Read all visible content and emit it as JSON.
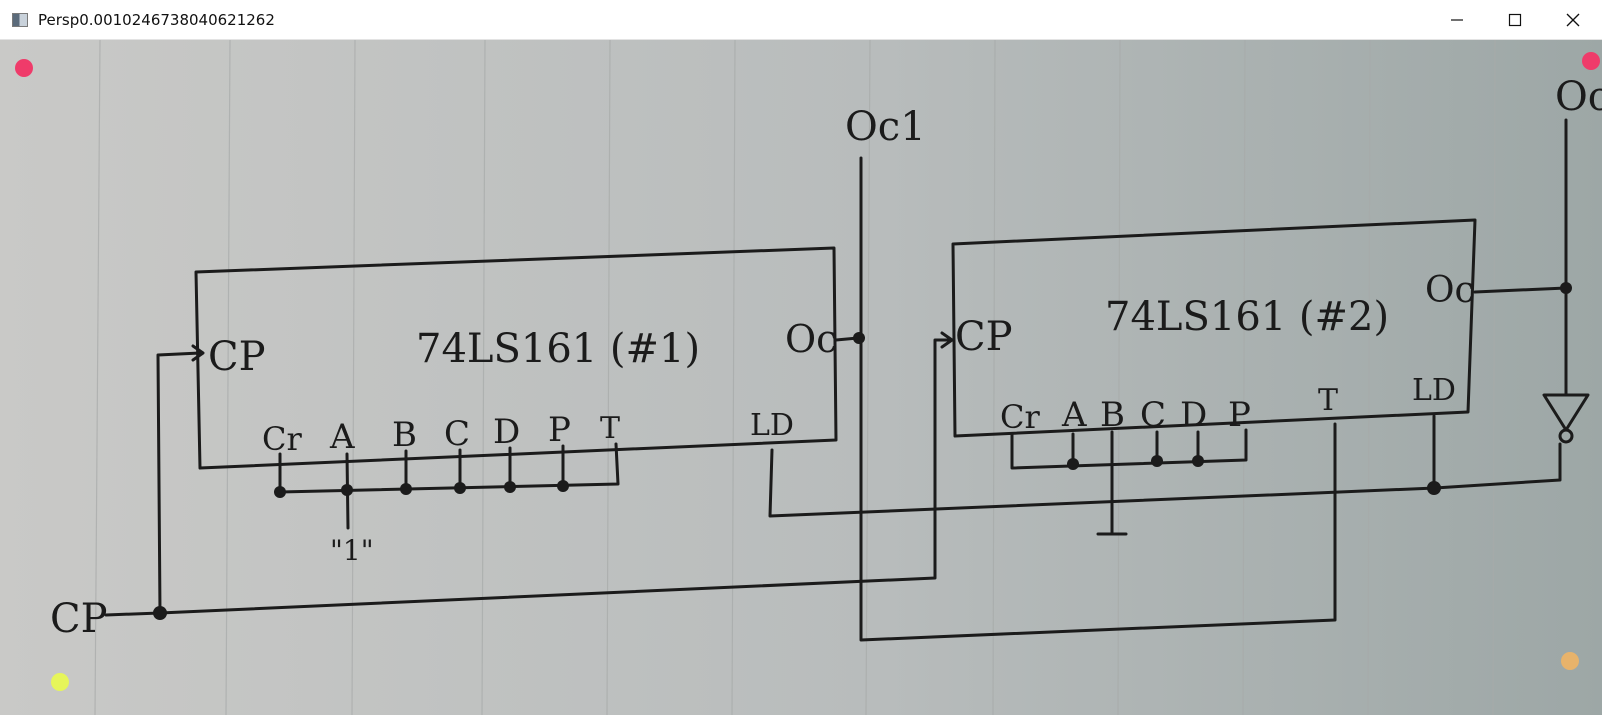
{
  "window": {
    "title": "Persp0.0010246738040621262"
  },
  "controls": {
    "minimize": "minimize",
    "maximize": "maximize",
    "close": "close"
  },
  "markers": {
    "top_left": "#ef3b6a",
    "top_right": "#ef3b6a",
    "bottom_left": "#e6f55a",
    "bottom_right": "#e8b36b"
  },
  "diagram": {
    "chip1": {
      "name": "74LS161 (#1)",
      "cp": "CP",
      "oc": "Oc",
      "ld": "LD",
      "pins": [
        "Cr",
        "A",
        "B",
        "C",
        "D",
        "P",
        "T"
      ]
    },
    "chip2": {
      "name": "74LS161 (#2)",
      "cp": "CP",
      "oc": "Oc",
      "ld": "LD",
      "pins": [
        "Cr",
        "A",
        "B",
        "C",
        "D",
        "P",
        "T"
      ]
    },
    "oc1": "Oc1",
    "oc2": "Oc",
    "cp_input": "CP",
    "one_label": "\"1\""
  }
}
